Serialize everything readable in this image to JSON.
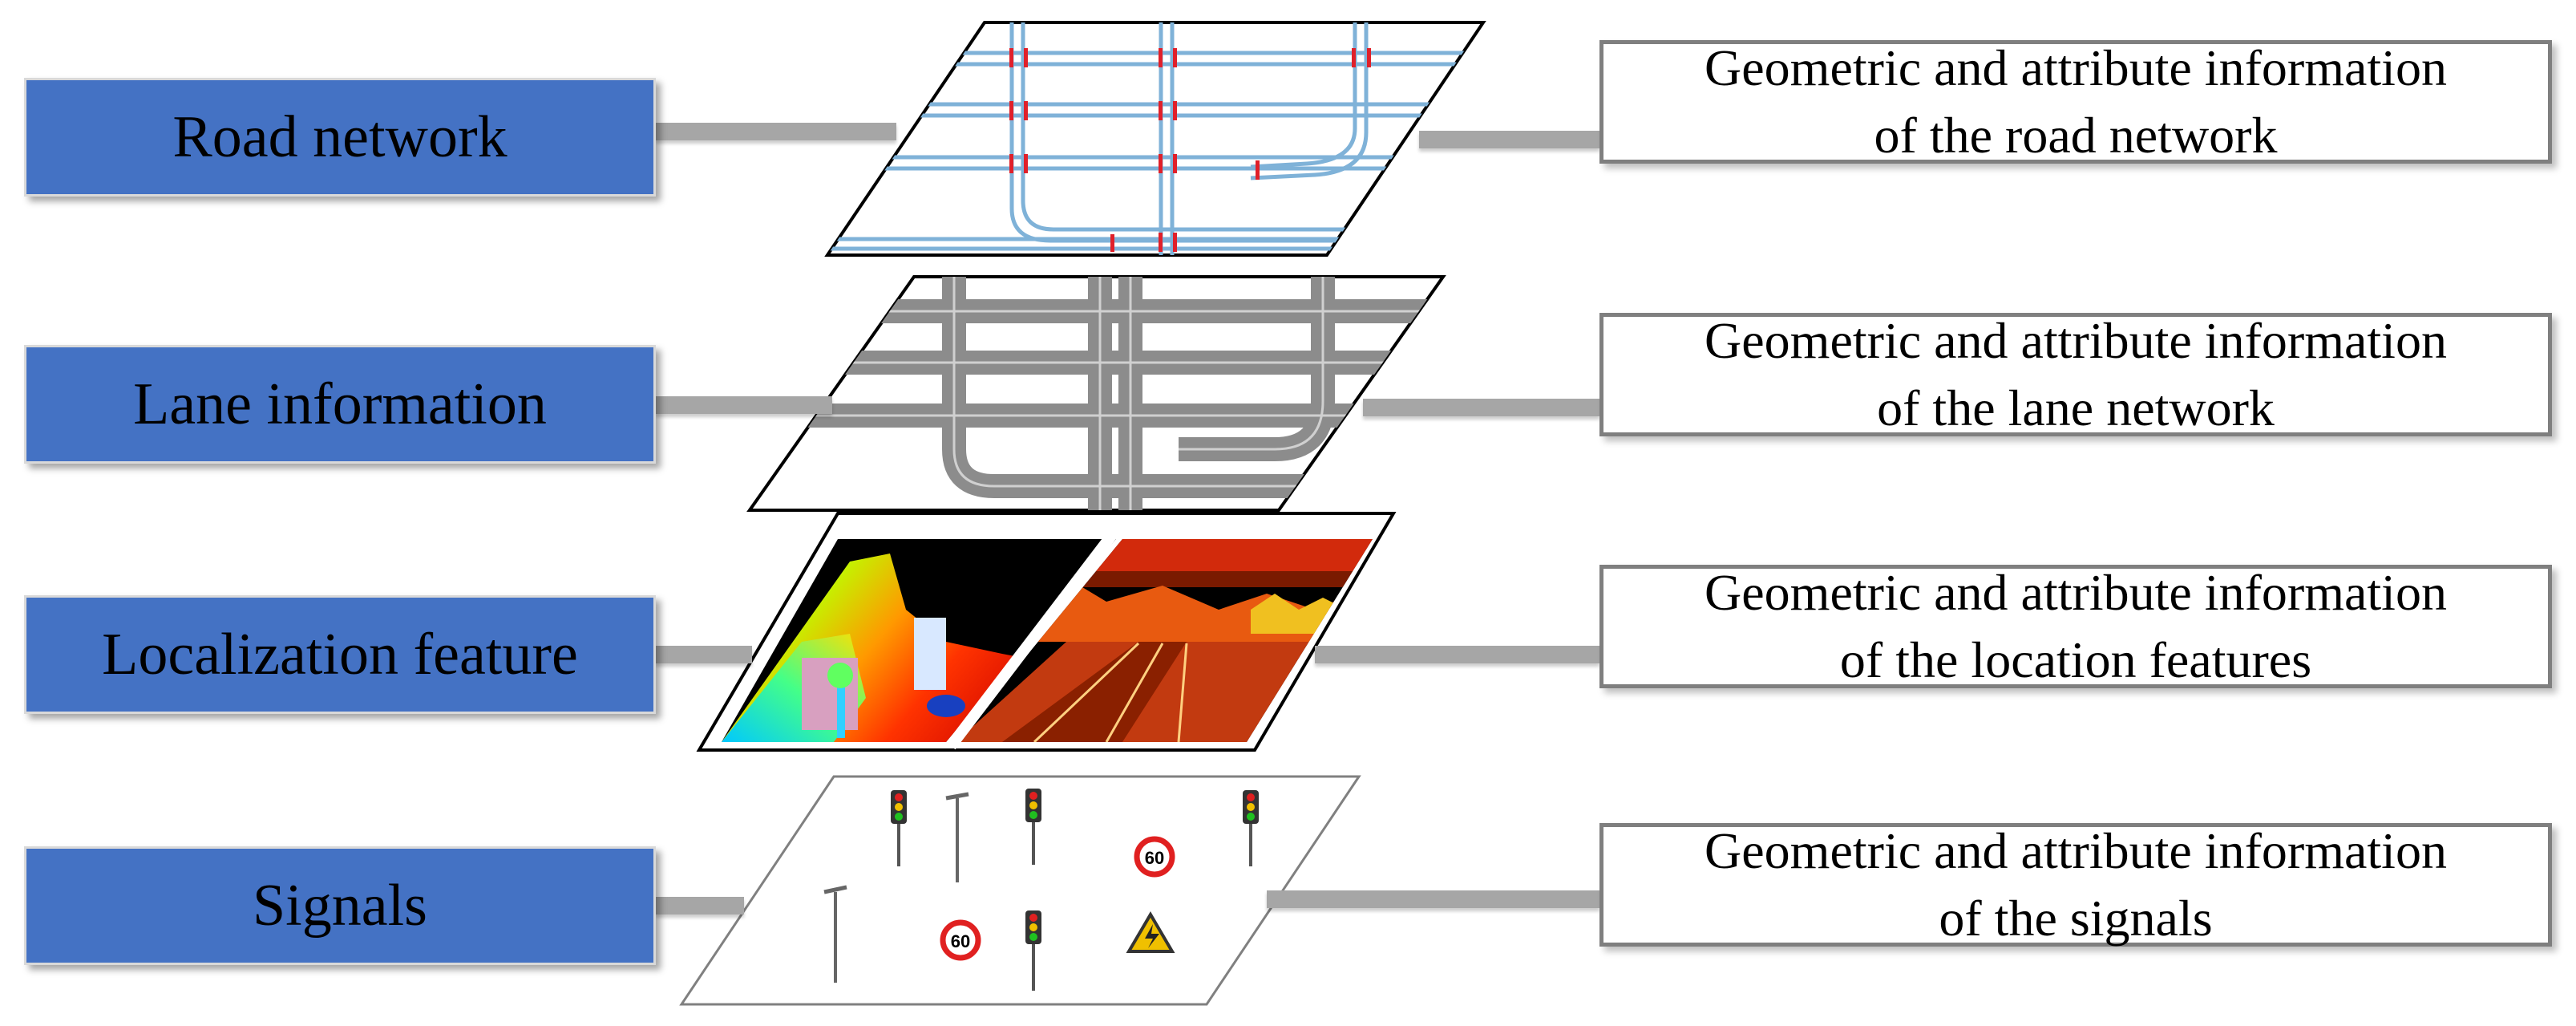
{
  "layers": [
    {
      "id": "road-network",
      "label": "Road network",
      "info_line1": "Geometric and attribute information",
      "info_line2": "of the road network"
    },
    {
      "id": "lane-information",
      "label": "Lane information",
      "info_line1": "Geometric and attribute information",
      "info_line2": "of the lane network"
    },
    {
      "id": "localization-feature",
      "label": "Localization feature",
      "info_line1": "Geometric and attribute information",
      "info_line2": "of the location features"
    },
    {
      "id": "signals",
      "label": "Signals",
      "info_line1": "Geometric and attribute information",
      "info_line2": "of the signals"
    }
  ],
  "signals": {
    "speed_limit": "60"
  },
  "colors": {
    "label_fill": "#4472c4",
    "connector": "#a6a6a6",
    "info_border": "#7f7f7f",
    "road_blue": "#7fb2d8",
    "lane_gray": "#8c8c8c"
  }
}
